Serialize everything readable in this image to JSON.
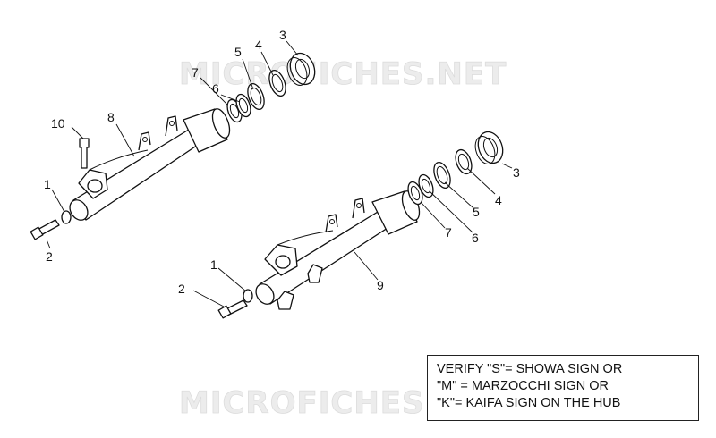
{
  "watermark": "MICROFICHES.NET",
  "note": {
    "line1": "VERIFY \"S\"= SHOWA SIGN OR",
    "line2": "\"M\" = MARZOCCHI SIGN OR",
    "line3": "\"K\"= KAIFA SIGN ON THE HUB"
  },
  "callouts": {
    "upper": [
      "10",
      "8",
      "7",
      "6",
      "5",
      "4",
      "3",
      "1",
      "2"
    ],
    "lower": [
      "3",
      "4",
      "5",
      "6",
      "7",
      "9",
      "1",
      "2"
    ]
  }
}
